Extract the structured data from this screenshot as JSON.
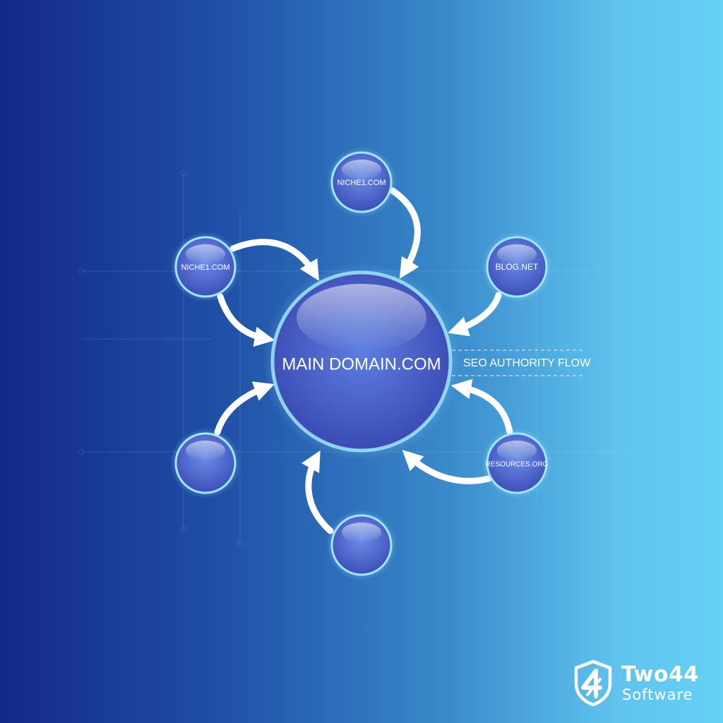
{
  "diagram": {
    "center_label": "MAIN DOMAIN.COM",
    "side_label": "SEO AUTHORITY FLOW",
    "nodes": [
      {
        "label": "NICHE1.COM"
      },
      {
        "label": "BLOG.NET"
      },
      {
        "label": "RESOURCES.ORG"
      },
      {
        "label": ""
      },
      {
        "label": ""
      },
      {
        "label": "NICHE1.COM"
      }
    ]
  },
  "brand": {
    "name": "Two44",
    "subtitle": "Software",
    "logo_icon": "shield-4-icon"
  },
  "colors": {
    "background_left": "#13288a",
    "background_right": "#66d0f5",
    "arrow": "#ffffff",
    "sphere": "#4a63c9"
  }
}
